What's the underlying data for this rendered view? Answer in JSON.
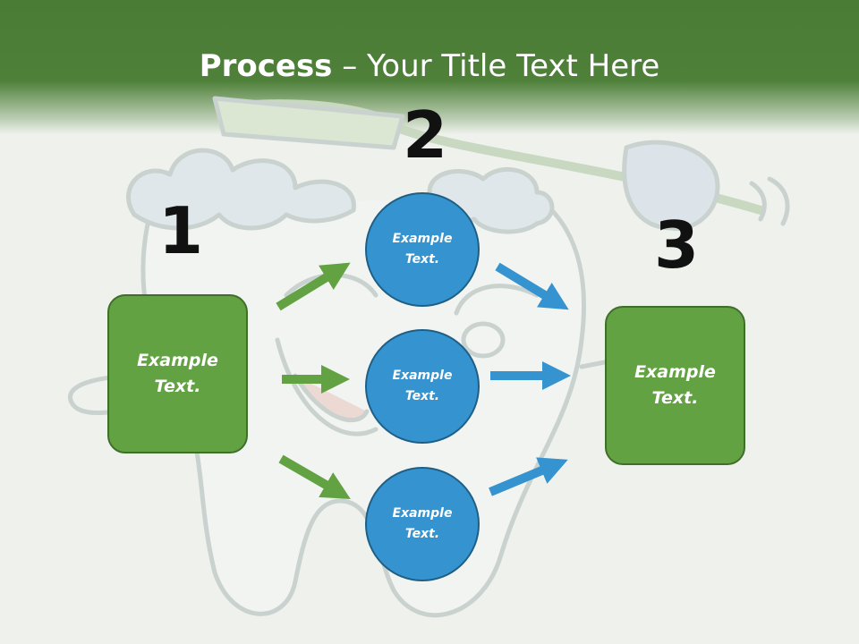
{
  "title": {
    "bold": "Process",
    "rest": " – Your Title Text Here"
  },
  "steps": {
    "one": "1",
    "two": "2",
    "three": "3"
  },
  "left_box": {
    "line1": "Example",
    "line2": "Text."
  },
  "right_box": {
    "line1": "Example",
    "line2": "Text."
  },
  "circles": [
    {
      "line1": "Example",
      "line2": "Text."
    },
    {
      "line1": "Example",
      "line2": "Text."
    },
    {
      "line1": "Example",
      "line2": "Text."
    }
  ],
  "colors": {
    "header_green": "#4a7c36",
    "box_green": "#62a243",
    "circle_blue": "#3593cf",
    "arrow_green": "#62a243",
    "arrow_blue": "#3593cf"
  }
}
